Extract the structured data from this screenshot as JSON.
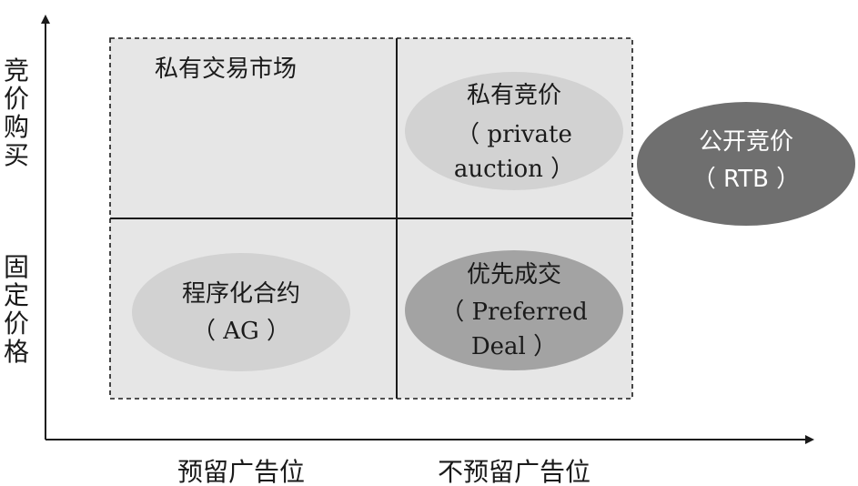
{
  "y_axis": {
    "upper_label_chars": [
      "竞",
      "价",
      "购",
      "买"
    ],
    "lower_label_chars": [
      "固",
      "定",
      "价",
      "格"
    ]
  },
  "x_axis": {
    "left_label": "预留广告位",
    "right_label": "不预留广告位"
  },
  "quadrants": {
    "private_market_label": "私有交易市场"
  },
  "nodes": {
    "private_auction": {
      "lines": [
        "私有竞价",
        "（ private",
        "auction ）"
      ]
    },
    "programmatic_guaranteed": {
      "lines": [
        "程序化合约",
        "（ AG ）"
      ]
    },
    "preferred_deal": {
      "lines": [
        "优先成交",
        "（ Preferred",
        "Deal ）"
      ]
    },
    "rtb": {
      "lines": [
        "公开竞价",
        "（ RTB ）"
      ]
    }
  },
  "colors": {
    "quadrant_fill": "#e6e6e6",
    "light_ellipse": "#d2d2d2",
    "medium_ellipse": "#a3a3a3",
    "dark_ellipse": "#6f6f6f",
    "line": "#1a1a1a"
  }
}
